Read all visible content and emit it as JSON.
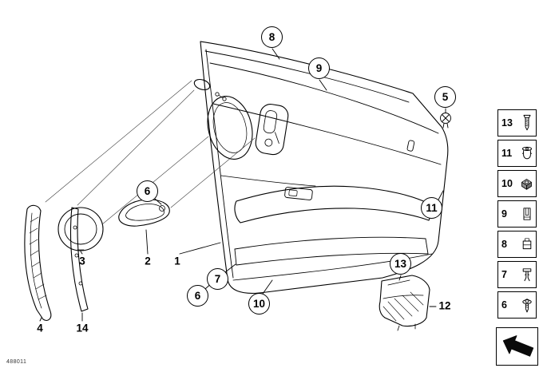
{
  "doc": {
    "code": "488011"
  },
  "callouts": {
    "c5": "5",
    "c6_left": "6",
    "c6_bottom": "6",
    "c7": "7",
    "c8": "8",
    "c9": "9",
    "c10": "10",
    "c11": "11",
    "c13": "13"
  },
  "part_labels": {
    "p1": "1",
    "p2": "2",
    "p3": "3",
    "p4": "4",
    "p12": "12",
    "p14": "14"
  },
  "legend": {
    "items": [
      {
        "num": "13",
        "icon": "screw-icon"
      },
      {
        "num": "11",
        "icon": "expanding-rivet-icon"
      },
      {
        "num": "10",
        "icon": "nut-clip-icon"
      },
      {
        "num": "9",
        "icon": "sheet-metal-clip-icon"
      },
      {
        "num": "8",
        "icon": "flat-clip-icon"
      },
      {
        "num": "7",
        "icon": "stud-clip-icon"
      },
      {
        "num": "6",
        "icon": "grommet-screw-icon"
      }
    ]
  },
  "nav": {
    "icon": "continue-arrow-icon"
  },
  "colors": {
    "line": "#000000",
    "background": "#ffffff"
  }
}
